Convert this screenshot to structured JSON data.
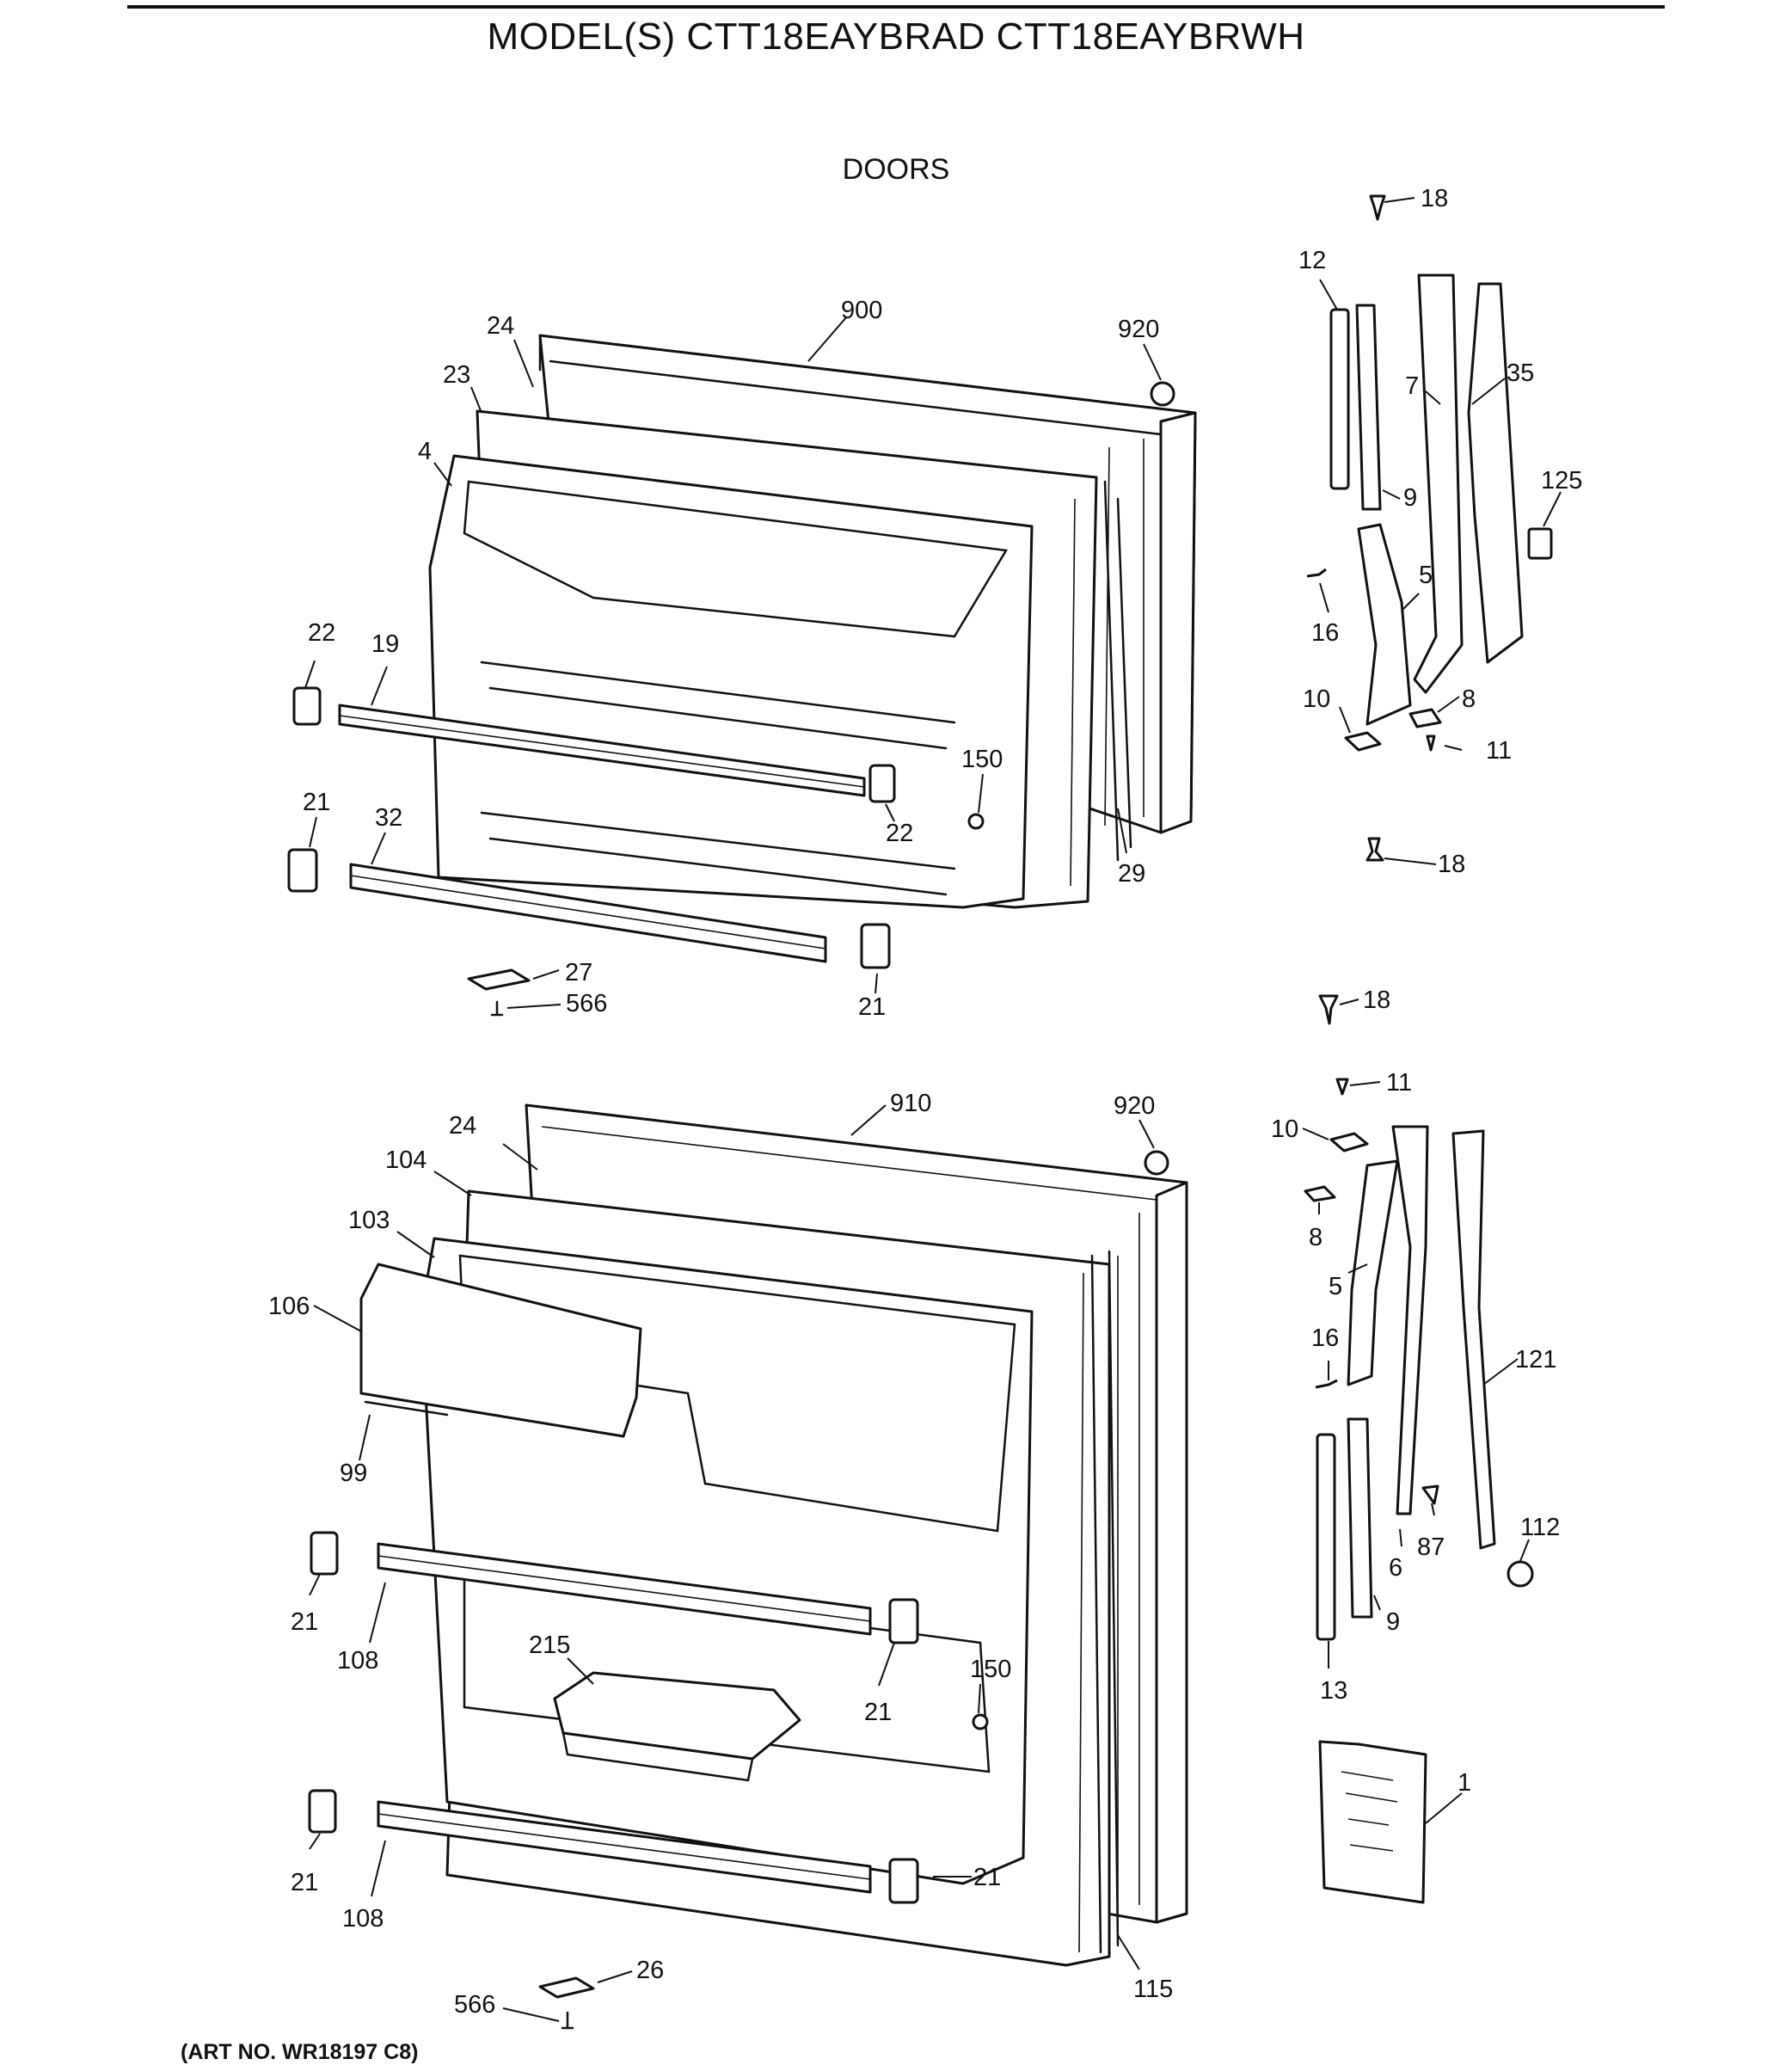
{
  "header": {
    "title": "MODEL(S) CTT18EAYBRAD  CTT18EAYBRWH",
    "section": "DOORS"
  },
  "footer": {
    "art_number": "(ART NO. WR18197 C8)"
  },
  "callouts": {
    "freezer": [
      "18",
      "12",
      "900",
      "920",
      "24",
      "23",
      "4",
      "7",
      "35",
      "9",
      "125",
      "5",
      "16",
      "22",
      "19",
      "10",
      "8",
      "11",
      "150",
      "21",
      "32",
      "22",
      "18",
      "29",
      "27",
      "566",
      "21"
    ],
    "fresh_food": [
      "18",
      "11",
      "910",
      "920",
      "24",
      "10",
      "104",
      "8",
      "103",
      "106",
      "5",
      "16",
      "121",
      "99",
      "87",
      "112",
      "6",
      "9",
      "21",
      "108",
      "215",
      "150",
      "21",
      "13",
      "1",
      "21",
      "21",
      "108",
      "26",
      "115",
      "566"
    ]
  },
  "colors": {
    "ink": "#111111",
    "paper": "#ffffff"
  }
}
